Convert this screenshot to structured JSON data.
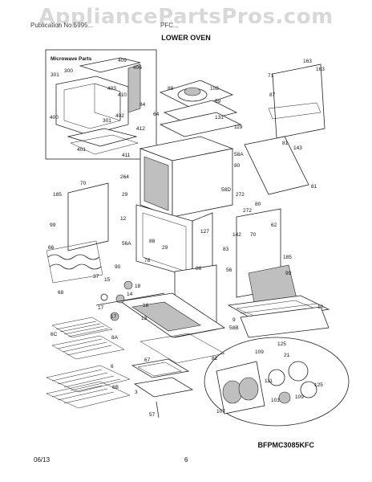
{
  "watermark": "AppliancePartsPros.com",
  "header_left": "Publication No 5995...",
  "header_right": "PFC...",
  "title": "LOWER OVEN",
  "inset_title": "Microwave Parts",
  "reference": "BFPMC3085KFC",
  "footer_date": "06/13",
  "footer_page": "6",
  "part_labels": [
    "409",
    "406",
    "300",
    "301",
    "403",
    "410",
    "402",
    "301",
    "412",
    "400",
    "401",
    "411",
    "89",
    "108",
    "59",
    "84",
    "64",
    "119",
    "131",
    "163",
    "163",
    "71",
    "87",
    "81",
    "143",
    "58A",
    "58D",
    "80",
    "272",
    "272",
    "80",
    "81",
    "264",
    "185",
    "70",
    "29",
    "12",
    "99",
    "66",
    "68",
    "56A",
    "127",
    "88",
    "29",
    "142",
    "70",
    "76",
    "62",
    "83",
    "86",
    "90",
    "56",
    "185",
    "99",
    "37",
    "15",
    "18",
    "14",
    "17",
    "17",
    "18",
    "13",
    "10",
    "9",
    "6C",
    "8A",
    "6",
    "6B",
    "67",
    "3",
    "58B",
    "82",
    "57",
    "107",
    "125",
    "109",
    "21",
    "111",
    "101",
    "109",
    "125"
  ]
}
